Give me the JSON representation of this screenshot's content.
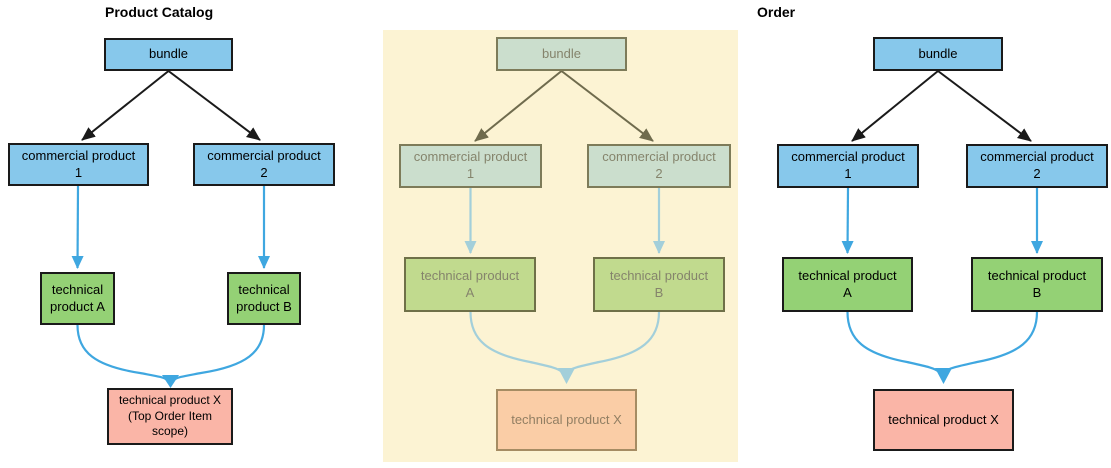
{
  "diagrams": [
    {
      "title": "Product Catalog",
      "state": "normal",
      "nodes": {
        "bundle": {
          "label": "bundle"
        },
        "cp1": {
          "label": "commercial product\n1"
        },
        "cp2": {
          "label": "commercial product\n2"
        },
        "tpA": {
          "label": "technical\nproduct A"
        },
        "tpB": {
          "label": "technical\nproduct B"
        },
        "tpX": {
          "label": "technical product X\n(Top Order Item\nscope)"
        }
      }
    },
    {
      "title": "",
      "state": "faded-highlighted",
      "nodes": {
        "bundle": {
          "label": "bundle"
        },
        "cp1": {
          "label": "commercial product\n1"
        },
        "cp2": {
          "label": "commercial product\n2"
        },
        "tpA": {
          "label": "technical product\nA"
        },
        "tpB": {
          "label": "technical product\nB"
        },
        "tpX": {
          "label": "technical product X"
        }
      }
    },
    {
      "title": "Order",
      "state": "normal",
      "nodes": {
        "bundle": {
          "label": "bundle"
        },
        "cp1": {
          "label": "commercial product\n1"
        },
        "cp2": {
          "label": "commercial product\n2"
        },
        "tpA": {
          "label": "technical product\nA"
        },
        "tpB": {
          "label": "technical product\nB"
        },
        "tpX": {
          "label": "technical product X"
        }
      }
    }
  ],
  "colors": {
    "node_blue": "#87C8EB",
    "node_green": "#94D175",
    "node_salmon": "#FAB5A7",
    "border_dark": "#1A1A1A",
    "arrow_black": "#1A1A1A",
    "arrow_blue": "#3FA7E0",
    "highlight_panel": "#FCF3D3",
    "faded_node_blue": "#CBDECD",
    "faded_node_green": "#C1DA8E",
    "faded_node_salmon": "#FACDA6",
    "faded_border": "#7D7B59",
    "faded_border_green": "#6F7048",
    "faded_border_salmon": "#A58C63",
    "faded_text": "#85846C",
    "faded_text_warm": "#927F63",
    "faded_arrow_dark": "#6F6B4D",
    "faded_arrow_blue": "#A3CFDA"
  }
}
